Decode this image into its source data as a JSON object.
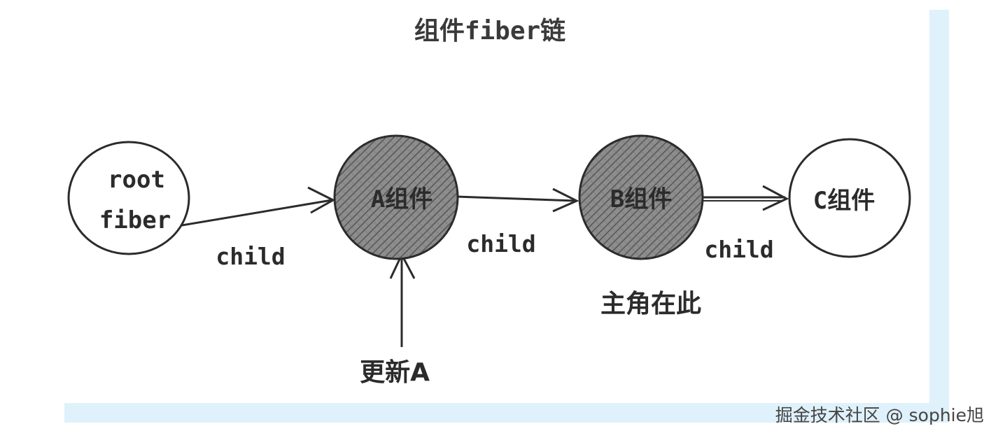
{
  "diagram": {
    "title": "组件fiber链",
    "nodes": [
      {
        "id": "root",
        "label_line1": "root",
        "label_line2": "fiber",
        "shaded": false
      },
      {
        "id": "a",
        "label": "A组件",
        "shaded": true
      },
      {
        "id": "b",
        "label": "B组件",
        "shaded": true
      },
      {
        "id": "c",
        "label": "C组件",
        "shaded": false
      }
    ],
    "edges": [
      {
        "from": "root",
        "to": "a",
        "label": "child"
      },
      {
        "from": "a",
        "to": "b",
        "label": "child"
      },
      {
        "from": "b",
        "to": "c",
        "label": "child"
      }
    ],
    "update_label": "更新A",
    "protagonist_label": "主角在此"
  },
  "watermark": "掘金技术社区 @ sophie旭",
  "colors": {
    "ink": "#2b2b2b",
    "shade": "#7a7a7a",
    "band": "#dff1fb"
  }
}
